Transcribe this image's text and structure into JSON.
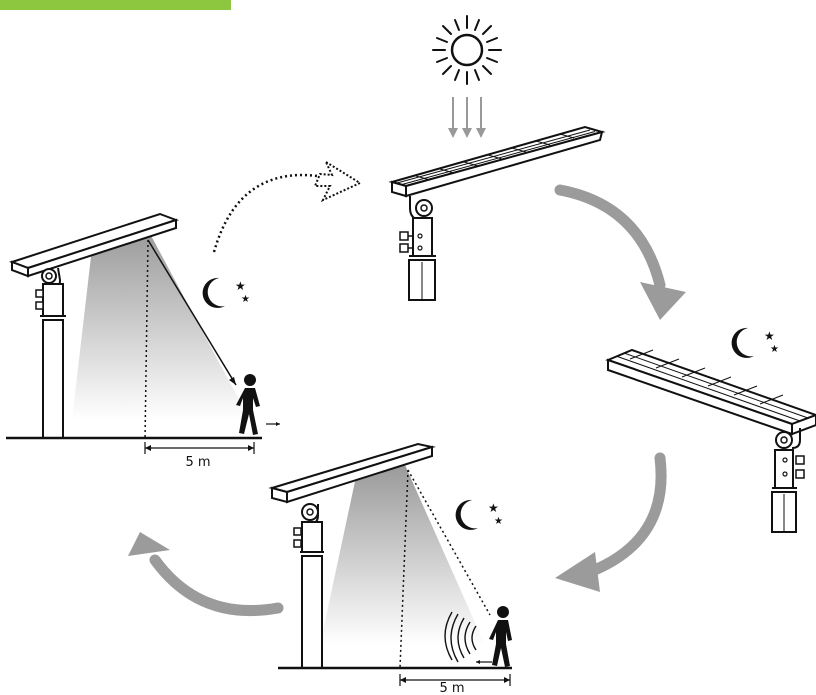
{
  "colors": {
    "accent": "#8dc63f",
    "line": "#111111",
    "cycle_arrow": "#9b9b9b",
    "sun_ray": "#999999",
    "beam_dark": "#9a9a9a",
    "beam_light": "#ffffff"
  },
  "icons": [
    "sun-icon",
    "moon-stars-icon",
    "person-icon",
    "motion-sensor-waves-icon",
    "cycle-arrow-icon"
  ],
  "stages": [
    {
      "id": "charging",
      "sun_visible": true,
      "moon_visible": false
    },
    {
      "id": "night-standby",
      "sun_visible": false,
      "moon_visible": true
    },
    {
      "id": "motion-detected",
      "sun_visible": false,
      "moon_visible": true,
      "distance_label": "5 m"
    },
    {
      "id": "person-walking-away",
      "sun_visible": false,
      "moon_visible": true,
      "distance_label": "5 m"
    }
  ]
}
